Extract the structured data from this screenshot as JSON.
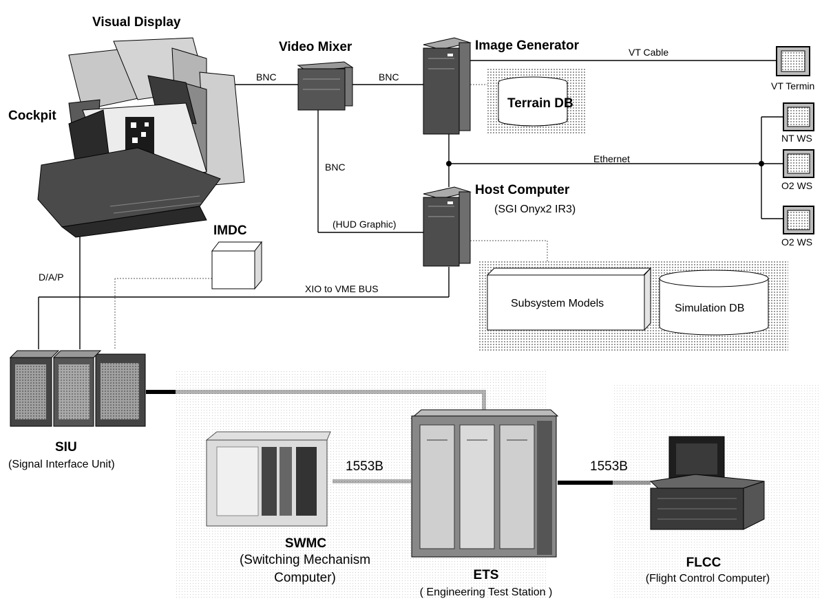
{
  "nodes": {
    "visual_display": "Visual Display",
    "cockpit": "Cockpit",
    "video_mixer": "Video Mixer",
    "image_generator": "Image Generator",
    "terrain_db": "Terrain DB",
    "vt_terminal": "VT Termin",
    "nt_ws": "NT WS",
    "o2_ws_1": "O2 WS",
    "o2_ws_2": "O2 WS",
    "host_computer": "Host Computer",
    "host_computer_sub": "(SGI Onyx2 IR3)",
    "imdc": "IMDC",
    "subsystem_models": "Subsystem Models",
    "simulation_db": "Simulation DB",
    "siu": "SIU",
    "siu_sub": "(Signal Interface Unit)",
    "swmc": "SWMC",
    "swmc_sub_1": "(Switching Mechanism",
    "swmc_sub_2": "Computer)",
    "ets": "ETS",
    "ets_sub": "( Engineering Test Station )",
    "flcc": "FLCC",
    "flcc_sub": "(Flight Control Computer)"
  },
  "links": {
    "bnc_display_mixer": "BNC",
    "bnc_mixer_ig": "BNC",
    "bnc_mixer_down": "BNC",
    "hud_graphic": "(HUD Graphic)",
    "vt_cable": "VT Cable",
    "ethernet": "Ethernet",
    "dap": "D/A/P",
    "xio_vme": "XIO to VME BUS",
    "b1553_left": "1553B",
    "b1553_right": "1553B"
  }
}
